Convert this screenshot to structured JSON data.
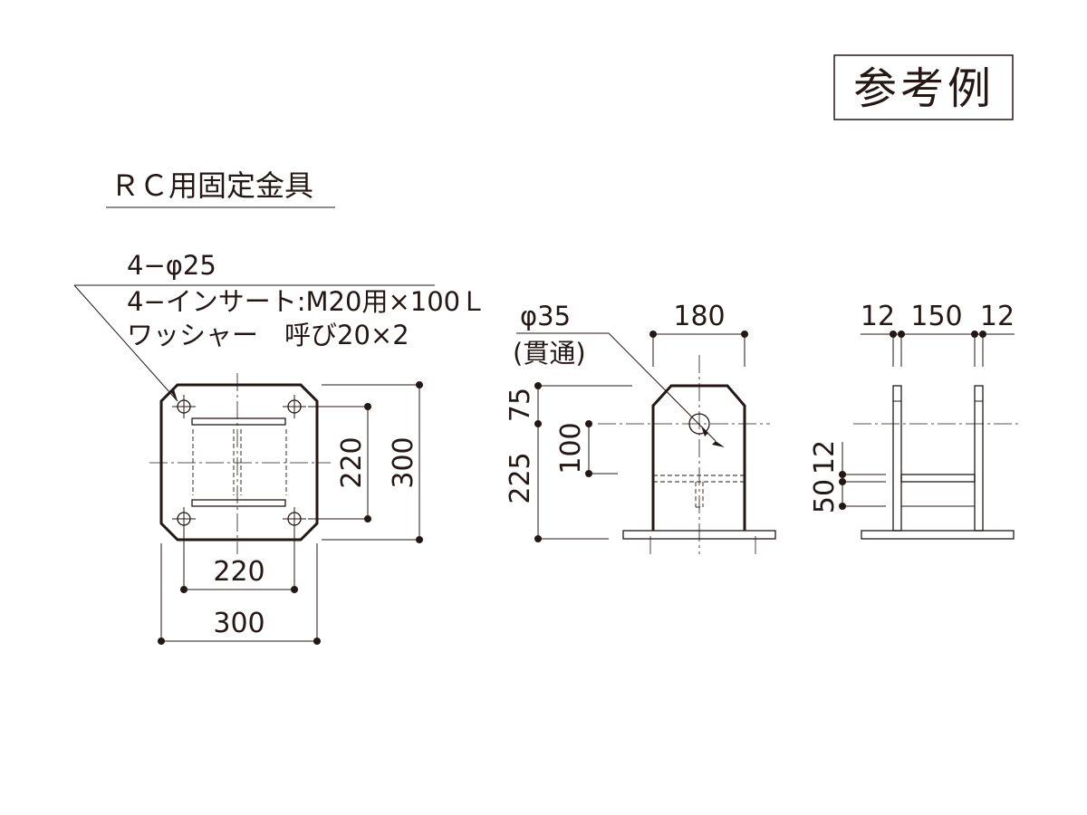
{
  "reference_badge": "参考例",
  "title": "ＲＣ用固定金具",
  "plan_view": {
    "hole_note": "4−φ25",
    "insert_note": "4−インサート:M20用×100Ｌ",
    "washer_note": "ワッシャー　呼び20×2",
    "dim_pitch_h": "220",
    "dim_width_h": "300",
    "dim_pitch_v": "220",
    "dim_width_v": "300"
  },
  "front_view": {
    "hole_note": "φ35",
    "hole_sub_note": "(貫通)",
    "dim_top_width": "180",
    "dim_top": "75",
    "dim_lower": "225",
    "dim_slot": "100"
  },
  "side_view": {
    "dim_plate_left": "12",
    "dim_inner": "150",
    "dim_plate_right": "12",
    "dim_bar": "12",
    "dim_bar_offset": "50"
  },
  "colors": {
    "ink": "#231815",
    "background": "#ffffff"
  }
}
